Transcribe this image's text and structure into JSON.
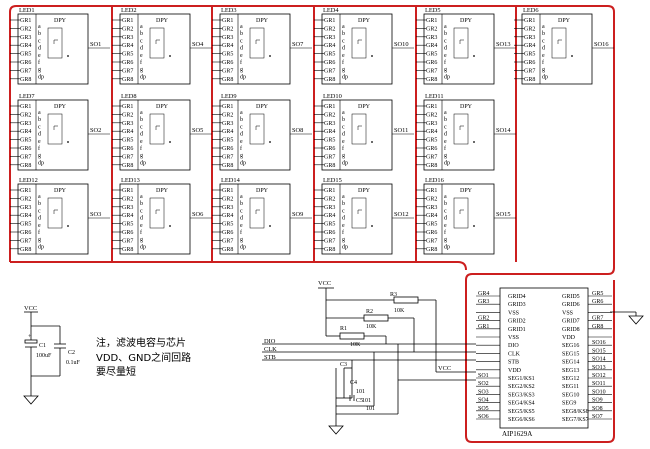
{
  "led_labels": [
    "LED1",
    "LED2",
    "LED3",
    "LED4",
    "LED5",
    "LED6",
    "LED7",
    "LED8",
    "LED9",
    "LED10",
    "LED11",
    "LED12",
    "LED13",
    "LED14",
    "LED15",
    "LED16"
  ],
  "led_output_labels": [
    "SO1",
    "SO4",
    "SO7",
    "SO10",
    "SO13",
    "SO16",
    "SO2",
    "SO5",
    "SO8",
    "SO11",
    "SO14",
    "SO3",
    "SO6",
    "SO9",
    "SO12",
    "SO15"
  ],
  "led_pins": [
    "GR1",
    "GR2",
    "GR3",
    "GR4",
    "GR5",
    "GR6",
    "GR7",
    "GR8"
  ],
  "segment_letters": [
    "a",
    "b",
    "c",
    "d",
    "e",
    "f",
    "g",
    "dp"
  ],
  "dpy_label": "DPY",
  "vcc_label": "VCC",
  "caps_left": {
    "c1_name": "C1",
    "c1_value": "100uF",
    "c2_name": "C2",
    "c2_value": "0.1uF",
    "plus": "+"
  },
  "note_lines": [
    "注，滤波电容与芯片",
    "VDD、GND之间回路",
    "要尽量短"
  ],
  "resistors": [
    {
      "name": "R3",
      "value": "10K"
    },
    {
      "name": "R2",
      "value": "10K"
    },
    {
      "name": "R1",
      "value": "10K"
    }
  ],
  "signal_labels": [
    "DIO",
    "CLK",
    "STB"
  ],
  "caps_bottom": [
    {
      "name": "C3",
      "value": "101"
    },
    {
      "name": "C4",
      "value": "101"
    },
    {
      "name": "C5",
      "value": "101"
    }
  ],
  "chip": {
    "name": "AIP1629A",
    "left_inner": [
      "GRID4",
      "GRID3",
      "VSS",
      "GRID2",
      "GRID1",
      "VSS",
      "DIO",
      "CLK",
      "STB",
      "VDD",
      "SEG1/KS1",
      "SEG2/KS2",
      "SEG3/KS3",
      "SEG4/KS4",
      "SEG5/KS5",
      "SEG6/KS6"
    ],
    "left_outer": [
      "GR4",
      "GR3",
      "",
      "GR2",
      "GR1",
      "",
      "",
      "",
      "",
      "",
      "SO1",
      "SO2",
      "SO3",
      "SO4",
      "SO5",
      "SO6"
    ],
    "right_inner": [
      "GRID5",
      "GRID6",
      "VSS",
      "GRID7",
      "GRID8",
      "VDD",
      "SEG16",
      "SEG15",
      "SEG14",
      "SEG13",
      "SEG12",
      "SEG11",
      "SEG10",
      "SEG9",
      "SEG8/KS8",
      "SEG7/KS7"
    ],
    "right_outer": [
      "GR5",
      "GR6",
      "",
      "GR7",
      "GR8",
      "",
      "SO16",
      "SO15",
      "SO14",
      "SO13",
      "SO12",
      "SO11",
      "SO10",
      "SO9",
      "SO8",
      "SO7"
    ]
  }
}
